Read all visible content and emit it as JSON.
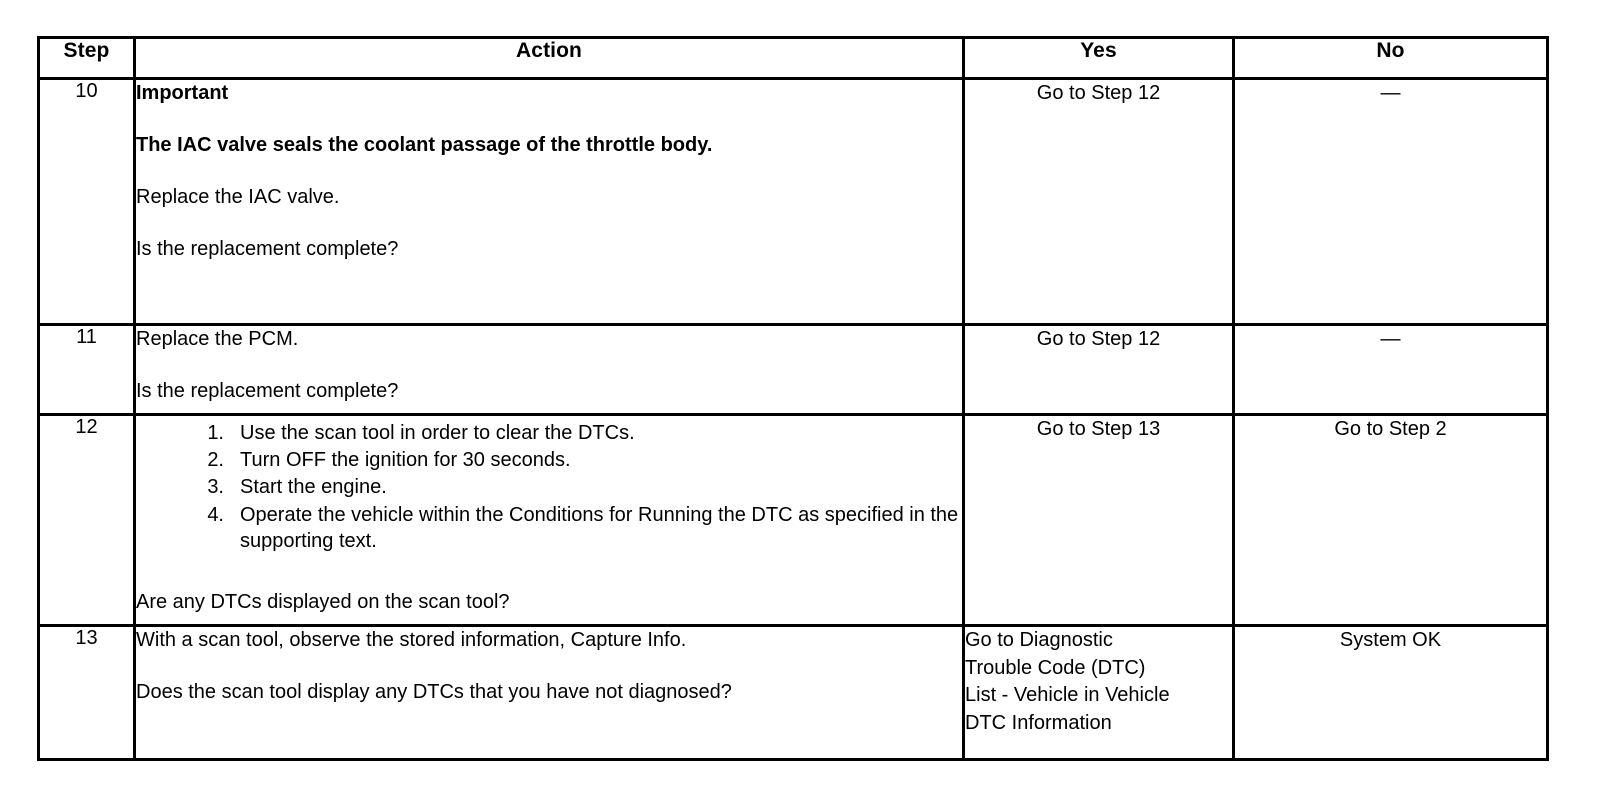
{
  "table": {
    "headers": {
      "step": "Step",
      "action": "Action",
      "yes": "Yes",
      "no": "No"
    },
    "rows": [
      {
        "step": "10",
        "action": {
          "important_label": "Important",
          "important_text": "The IAC valve seals the coolant passage of the throttle body.",
          "instruction": "Replace the IAC valve.",
          "question": "Is the replacement complete?"
        },
        "yes": "Go to Step 12",
        "no": "—"
      },
      {
        "step": "11",
        "action": {
          "instruction": "Replace the PCM.",
          "question": "Is the replacement complete?"
        },
        "yes": "Go to Step 12",
        "no": "—"
      },
      {
        "step": "12",
        "action": {
          "list": [
            {
              "num": "1.",
              "text": "Use the scan tool in order to clear the DTCs."
            },
            {
              "num": "2.",
              "text": "Turn OFF the ignition for 30 seconds."
            },
            {
              "num": "3.",
              "text": "Start the engine."
            },
            {
              "num": "4.",
              "text": "Operate the vehicle within the Conditions for Running the DTC as specified in the supporting text."
            }
          ],
          "question": "Are any DTCs displayed on the scan tool?"
        },
        "yes": "Go to Step 13",
        "no": "Go to Step 2"
      },
      {
        "step": "13",
        "action": {
          "instruction": "With a scan tool, observe the stored information, Capture Info.",
          "question": "Does the scan tool display any DTCs that you have not diagnosed?"
        },
        "yes_lines": [
          "Go to Diagnostic",
          "Trouble Code (DTC)",
          "List - Vehicle in Vehicle",
          "DTC Information"
        ],
        "no": "System OK"
      }
    ]
  },
  "colors": {
    "border": "#000000",
    "text": "#000000",
    "background": "#ffffff"
  }
}
